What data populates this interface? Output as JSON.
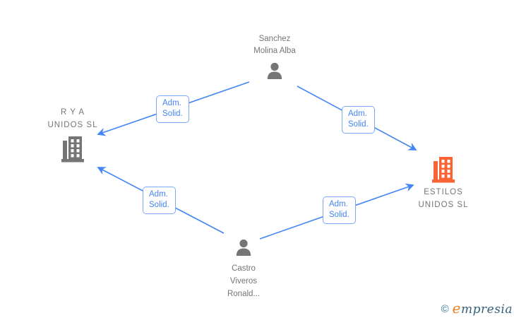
{
  "colors": {
    "edge_blue": "#4285F4",
    "label_border_blue": "#7BAAF7",
    "node_gray": "#757575",
    "company_highlight_orange": "#FA6435",
    "logo_teal": "#2F7A96",
    "logo_orange": "#F07D1E"
  },
  "nodes": {
    "sanchez": {
      "type": "person",
      "line1": "Sanchez",
      "line2": "Molina Alba"
    },
    "rya": {
      "type": "company",
      "line1": "R Y A",
      "line2": "UNIDOS SL"
    },
    "estilos": {
      "type": "company",
      "line1": "ESTILOS",
      "line2": "UNIDOS SL"
    },
    "castro": {
      "type": "person",
      "line1": "Castro",
      "line2": "Viveros",
      "line3": "Ronald..."
    }
  },
  "edges": [
    {
      "from": "Sanchez Molina Alba",
      "to": "R Y A UNIDOS SL",
      "label_line1": "Adm.",
      "label_line2": "Solid."
    },
    {
      "from": "Sanchez Molina Alba",
      "to": "ESTILOS UNIDOS SL",
      "label_line1": "Adm.",
      "label_line2": "Solid."
    },
    {
      "from": "Castro Viveros Ronald...",
      "to": "R Y A UNIDOS SL",
      "label_line1": "Adm.",
      "label_line2": "Solid."
    },
    {
      "from": "Castro Viveros Ronald...",
      "to": "ESTILOS UNIDOS SL",
      "label_line1": "Adm.",
      "label_line2": "Solid."
    }
  ],
  "watermark": {
    "copyright_symbol": "©",
    "brand_initial": "e",
    "brand_rest": "mpresia"
  }
}
